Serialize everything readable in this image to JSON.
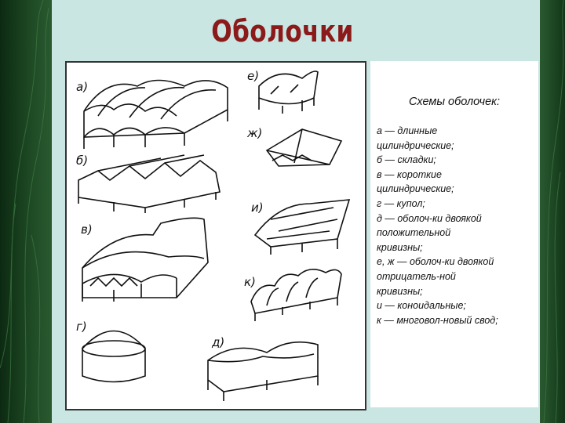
{
  "title": "Оболочки",
  "caption": {
    "heading": "Схемы оболочек:",
    "lines": [
      "а — длинные",
      "цилиндрические;",
      "б — складки;",
      "в — короткие",
      "цилиндрические;",
      "г — купол;",
      "д — оболоч-ки двоякой",
      "положительной",
      "кривизны;",
      "е, ж — оболоч-ки двоякой",
      "отрицатель-ной",
      "кривизны;",
      "и — коноидальные;",
      "к — многовол-новый свод;"
    ]
  },
  "figure": {
    "labels": {
      "a": "а)",
      "b": "б)",
      "v": "в)",
      "g": "г)",
      "d": "д)",
      "e": "е)",
      "zh": "ж)",
      "i": "и)",
      "k": "к)"
    }
  },
  "colors": {
    "background": "#c9e6e3",
    "title": "#8b1a1a",
    "band_dark": "#0c2a12",
    "band_light": "#2a5a30"
  }
}
